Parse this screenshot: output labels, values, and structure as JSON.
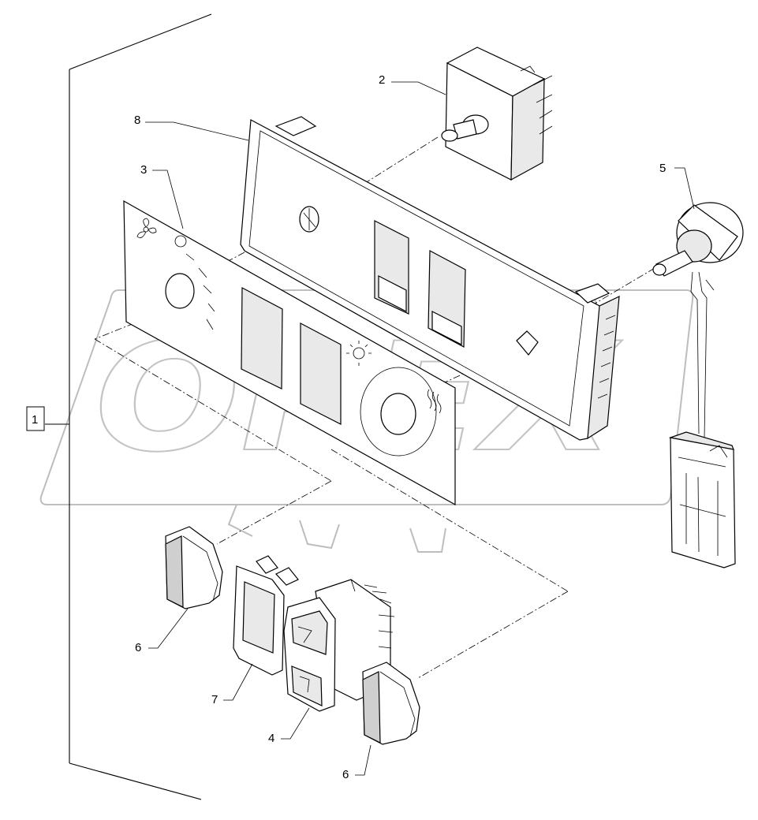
{
  "watermark": {
    "text": "OPEX"
  },
  "callouts": {
    "c1": "1",
    "c2": "2",
    "c3": "3",
    "c4": "4",
    "c5": "5",
    "c6a": "6",
    "c6b": "6",
    "c7": "7",
    "c8": "8"
  }
}
